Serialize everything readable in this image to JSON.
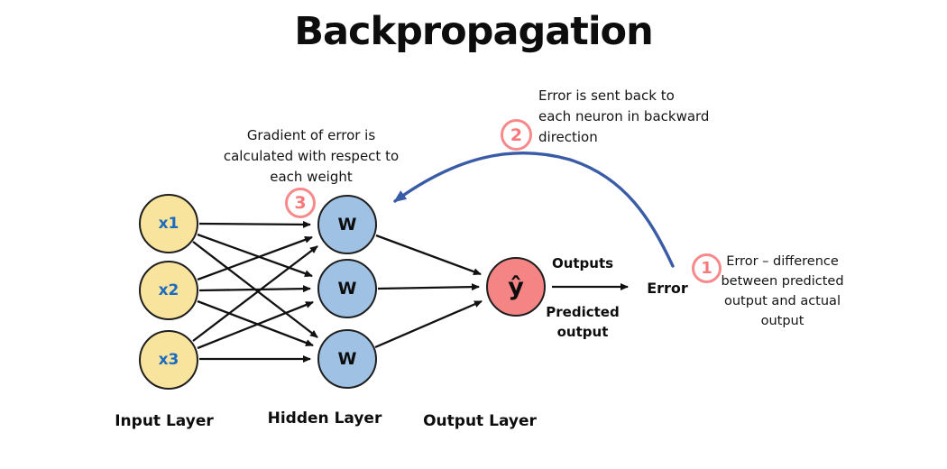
{
  "title": "Backpropagation",
  "colors": {
    "input_fill": "#F9E49E",
    "hidden_fill": "#9FC1E4",
    "output_fill": "#F58484",
    "input_text": "#1C6BBF",
    "annotation_pink": "#F8797C",
    "feedback_blue": "#3A5BA5",
    "edge_black": "#111111"
  },
  "nodes": {
    "inputs": [
      {
        "label": "x1"
      },
      {
        "label": "x2"
      },
      {
        "label": "x3"
      }
    ],
    "hidden": [
      {
        "label": "W"
      },
      {
        "label": "W"
      },
      {
        "label": "W"
      }
    ],
    "output": {
      "label": "ŷ"
    }
  },
  "layers": {
    "input": "Input Layer",
    "hidden": "Hidden Layer",
    "output": "Output Layer"
  },
  "flow": {
    "outputs_label": "Outputs",
    "predicted_label": "Predicted output",
    "error_label": "Error"
  },
  "annotations": {
    "step1": {
      "number": "1",
      "text": "Error – difference between predicted output and actual output"
    },
    "step2": {
      "number": "2",
      "text": "Error is sent back to each neuron in backward direction"
    },
    "step3": {
      "number": "3",
      "text": "Gradient of error is calculated with respect to each weight"
    }
  }
}
